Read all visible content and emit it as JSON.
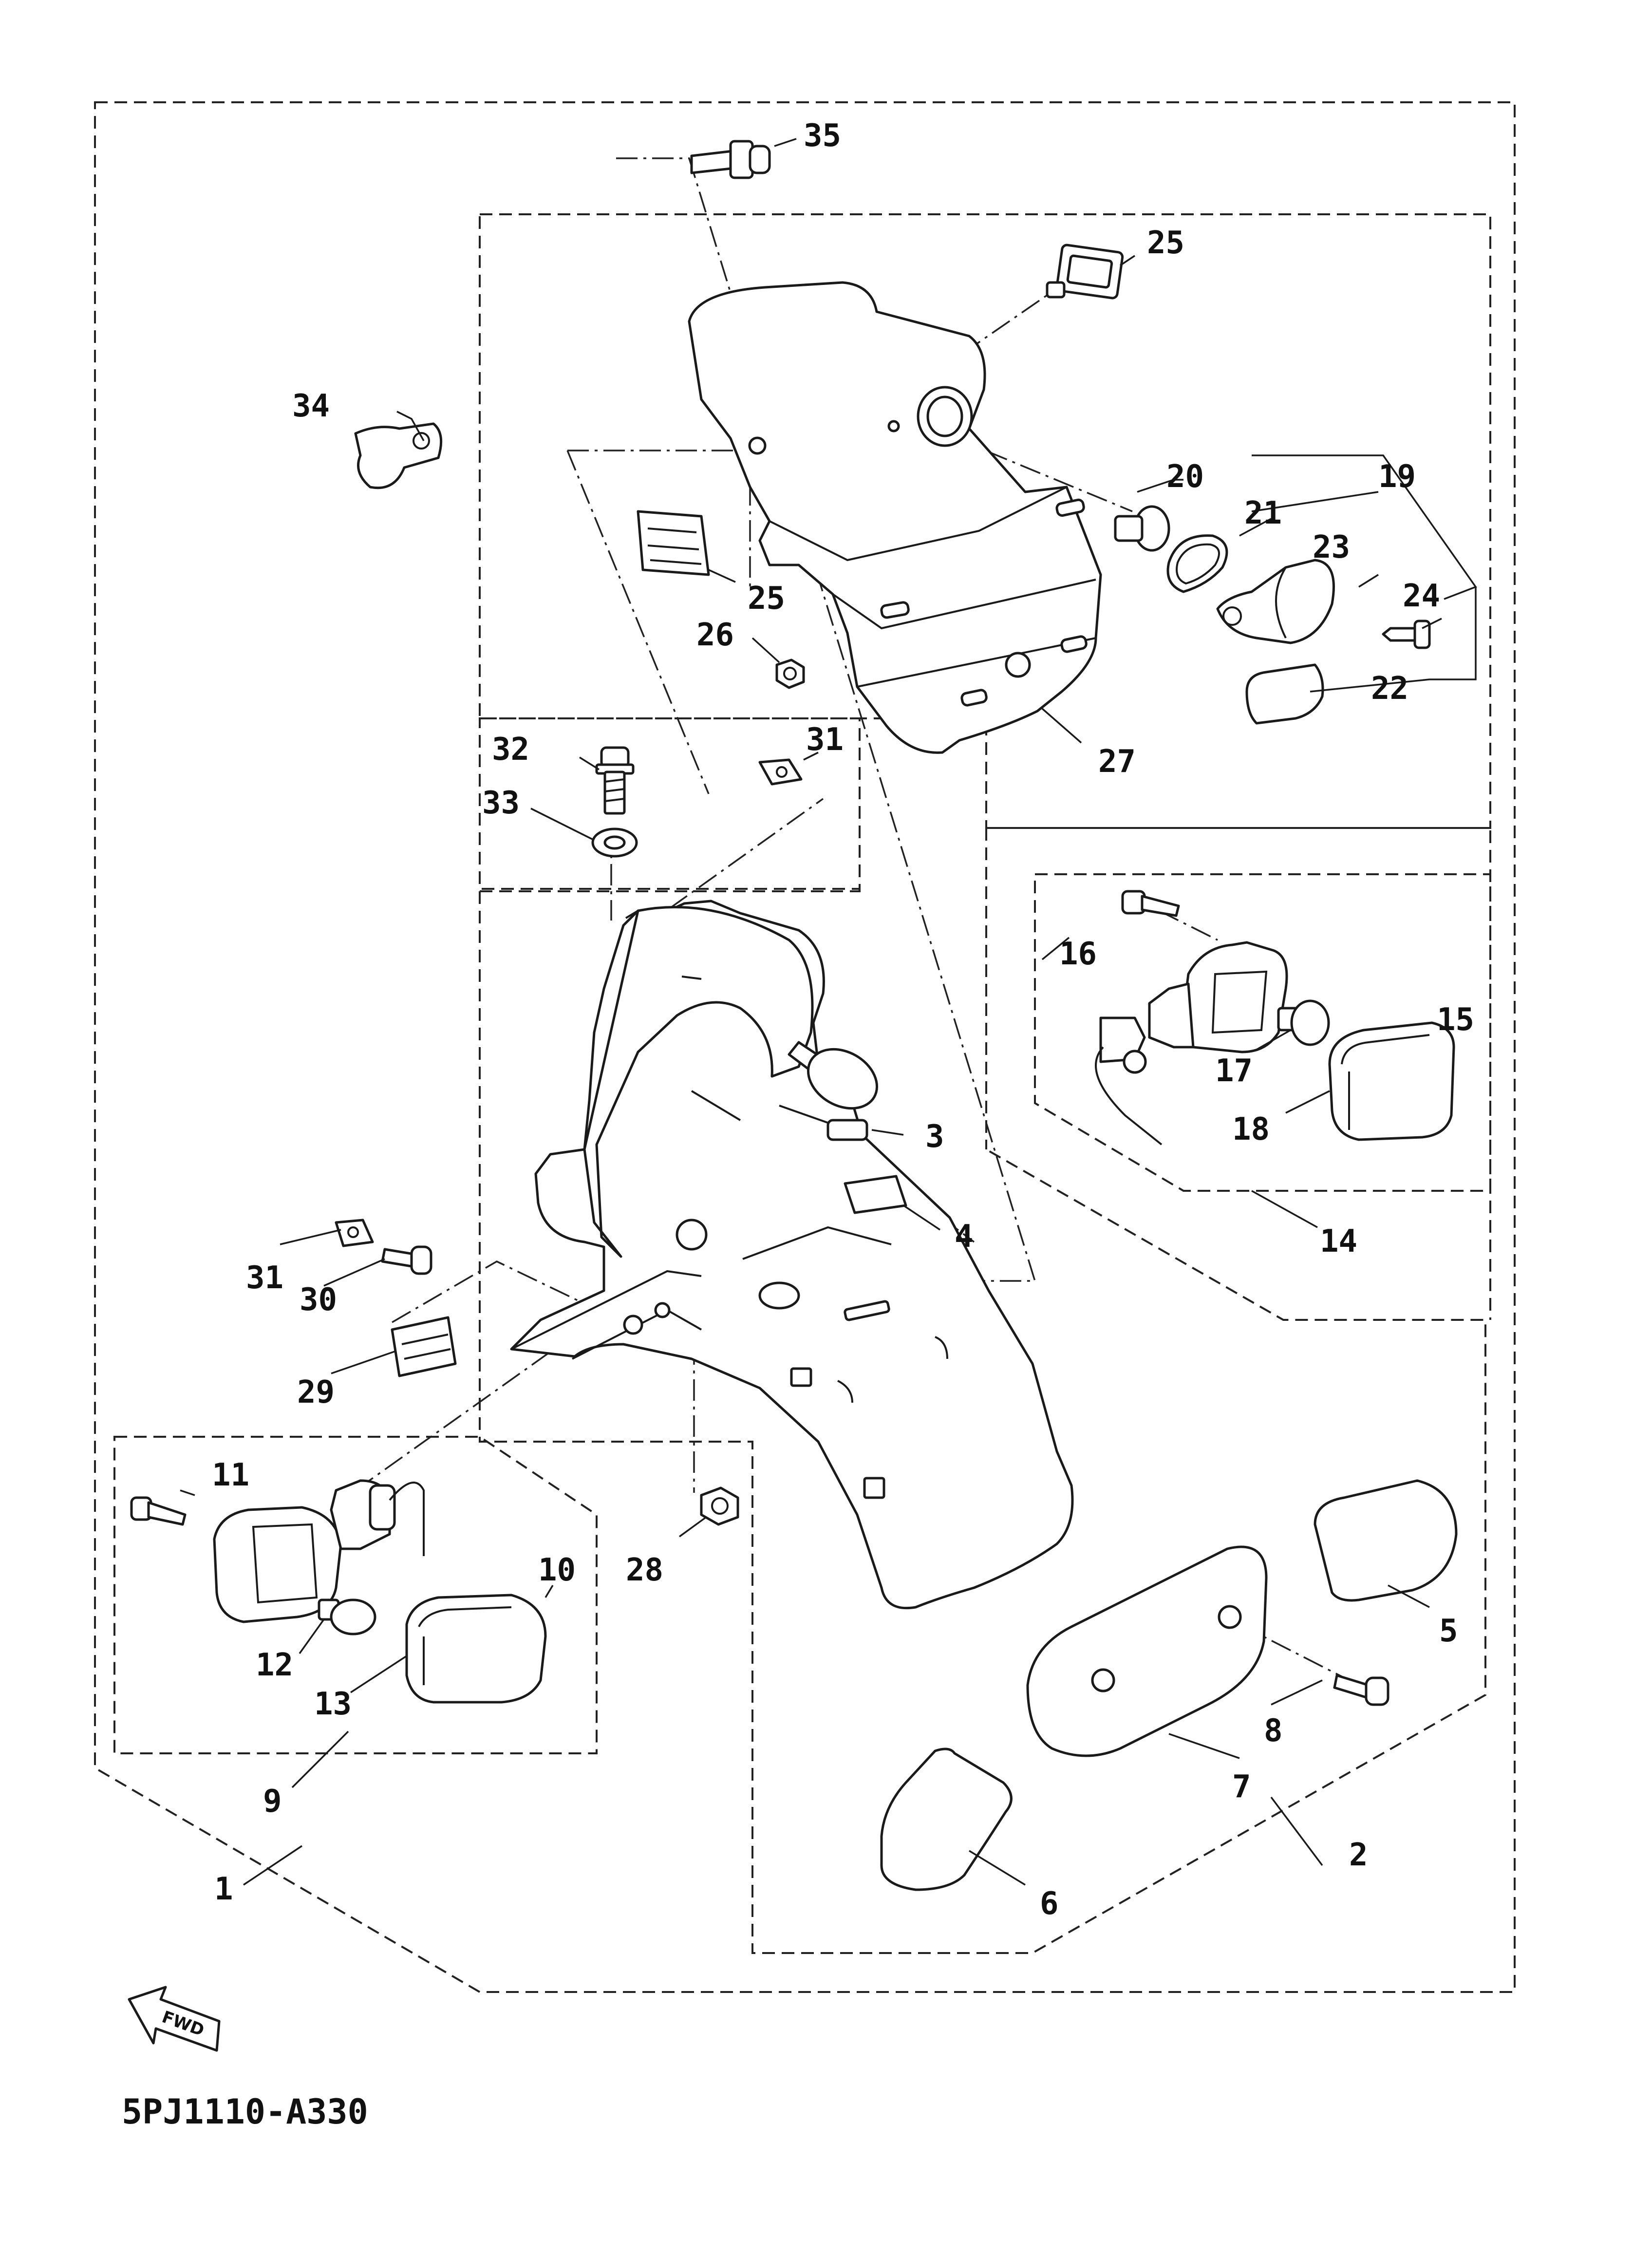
{
  "diagram": {
    "reference_code": "5PJ1110-A330",
    "direction_marker": "FWD",
    "callouts": [
      {
        "id": "1",
        "text": "1"
      },
      {
        "id": "2",
        "text": "2"
      },
      {
        "id": "3",
        "text": "3"
      },
      {
        "id": "4",
        "text": "4"
      },
      {
        "id": "5",
        "text": "5"
      },
      {
        "id": "6",
        "text": "6"
      },
      {
        "id": "7",
        "text": "7"
      },
      {
        "id": "8",
        "text": "8"
      },
      {
        "id": "9",
        "text": "9"
      },
      {
        "id": "10",
        "text": "10"
      },
      {
        "id": "11",
        "text": "11"
      },
      {
        "id": "12",
        "text": "12"
      },
      {
        "id": "13",
        "text": "13"
      },
      {
        "id": "14",
        "text": "14"
      },
      {
        "id": "15",
        "text": "15"
      },
      {
        "id": "16",
        "text": "16"
      },
      {
        "id": "17",
        "text": "17"
      },
      {
        "id": "18",
        "text": "18"
      },
      {
        "id": "19",
        "text": "19"
      },
      {
        "id": "20",
        "text": "20"
      },
      {
        "id": "21",
        "text": "21"
      },
      {
        "id": "22",
        "text": "22"
      },
      {
        "id": "23",
        "text": "23"
      },
      {
        "id": "24",
        "text": "24"
      },
      {
        "id": "25a",
        "text": "25"
      },
      {
        "id": "25b",
        "text": "25"
      },
      {
        "id": "26",
        "text": "26"
      },
      {
        "id": "27",
        "text": "27"
      },
      {
        "id": "28",
        "text": "28"
      },
      {
        "id": "29",
        "text": "29"
      },
      {
        "id": "30",
        "text": "30"
      },
      {
        "id": "31a",
        "text": "31"
      },
      {
        "id": "31b",
        "text": "31"
      },
      {
        "id": "32",
        "text": "32"
      },
      {
        "id": "33",
        "text": "33"
      },
      {
        "id": "34",
        "text": "34"
      },
      {
        "id": "35",
        "text": "35"
      }
    ]
  }
}
